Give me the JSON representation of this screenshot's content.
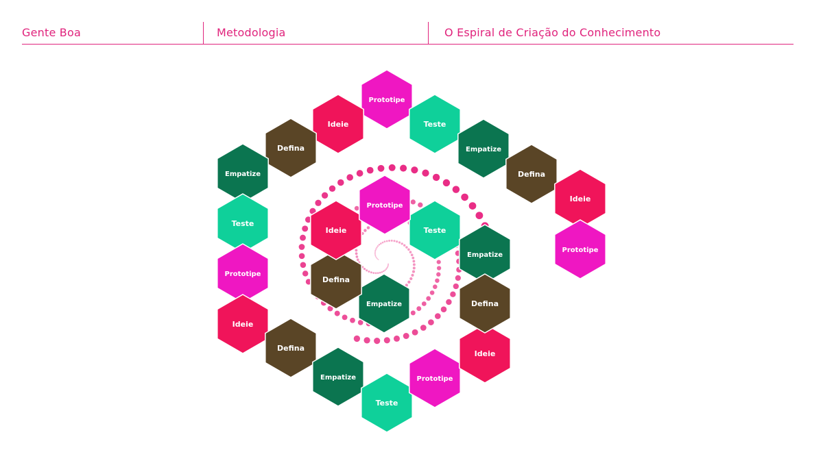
{
  "header": {
    "col1": "Gente Boa",
    "col2": "Metodologia",
    "col3": "O Espiral de Criação do Conhecimento"
  },
  "colors": {
    "accent": "#e0237c",
    "empatize": "#0b7550",
    "defina": "#5a4526",
    "ideie": "#f0145a",
    "prototipe": "#ef17c2",
    "teste": "#0fd09a",
    "dots": "#e8227f"
  },
  "diagram": {
    "hexagons": [
      {
        "label": "Prototipe",
        "kind": "prototipe"
      },
      {
        "label": "Ideie",
        "kind": "ideie"
      },
      {
        "label": "Teste",
        "kind": "teste"
      },
      {
        "label": "Defina",
        "kind": "defina"
      },
      {
        "label": "Empatize",
        "kind": "empatize"
      },
      {
        "label": "Empatize",
        "kind": "empatize"
      },
      {
        "label": "Defina",
        "kind": "defina"
      },
      {
        "label": "Ideie",
        "kind": "ideie"
      },
      {
        "label": "Prototipe",
        "kind": "prototipe"
      },
      {
        "label": "Teste",
        "kind": "teste"
      },
      {
        "label": "Prototipe",
        "kind": "prototipe"
      },
      {
        "label": "Ideie",
        "kind": "ideie"
      },
      {
        "label": "Defina",
        "kind": "defina"
      },
      {
        "label": "Empatize",
        "kind": "empatize"
      },
      {
        "label": "Teste",
        "kind": "teste"
      },
      {
        "label": "Prototipe",
        "kind": "prototipe"
      },
      {
        "label": "Ideie",
        "kind": "ideie"
      },
      {
        "label": "Teste",
        "kind": "teste"
      },
      {
        "label": "Empatize",
        "kind": "empatize"
      },
      {
        "label": "Defina",
        "kind": "defina"
      },
      {
        "label": "Empatize",
        "kind": "empatize"
      },
      {
        "label": "Defina",
        "kind": "defina"
      },
      {
        "label": "Ideie",
        "kind": "ideie"
      },
      {
        "label": "Prototipe",
        "kind": "prototipe"
      }
    ]
  }
}
